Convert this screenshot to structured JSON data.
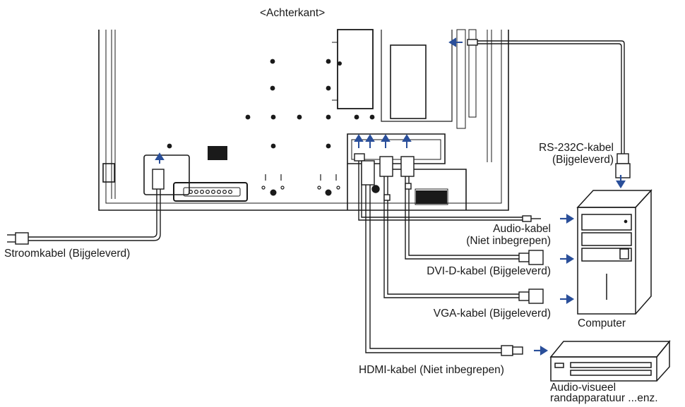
{
  "title": "<Achterkant>",
  "labels": {
    "power_cable": "Stroomkabel (Bijgeleverd)",
    "rs232_line1": "RS-232C-kabel",
    "rs232_line2": "(Bijgeleverd)",
    "audio_line1": "Audio-kabel",
    "audio_line2": "(Niet inbegrepen)",
    "dvi_cable": "DVI-D-kabel (Bijgeleverd)",
    "vga_cable": "VGA-kabel (Bijgeleverd)",
    "hdmi_cable": "HDMI-kabel (Niet inbegrepen)",
    "computer": "Computer",
    "av_line1": "Audio-visueel",
    "av_line2": "randapparatuur ...enz."
  },
  "colors": {
    "line": "#1a1a1a",
    "arrow": "#2a4f9a",
    "cable_fill": "#ffffff"
  }
}
